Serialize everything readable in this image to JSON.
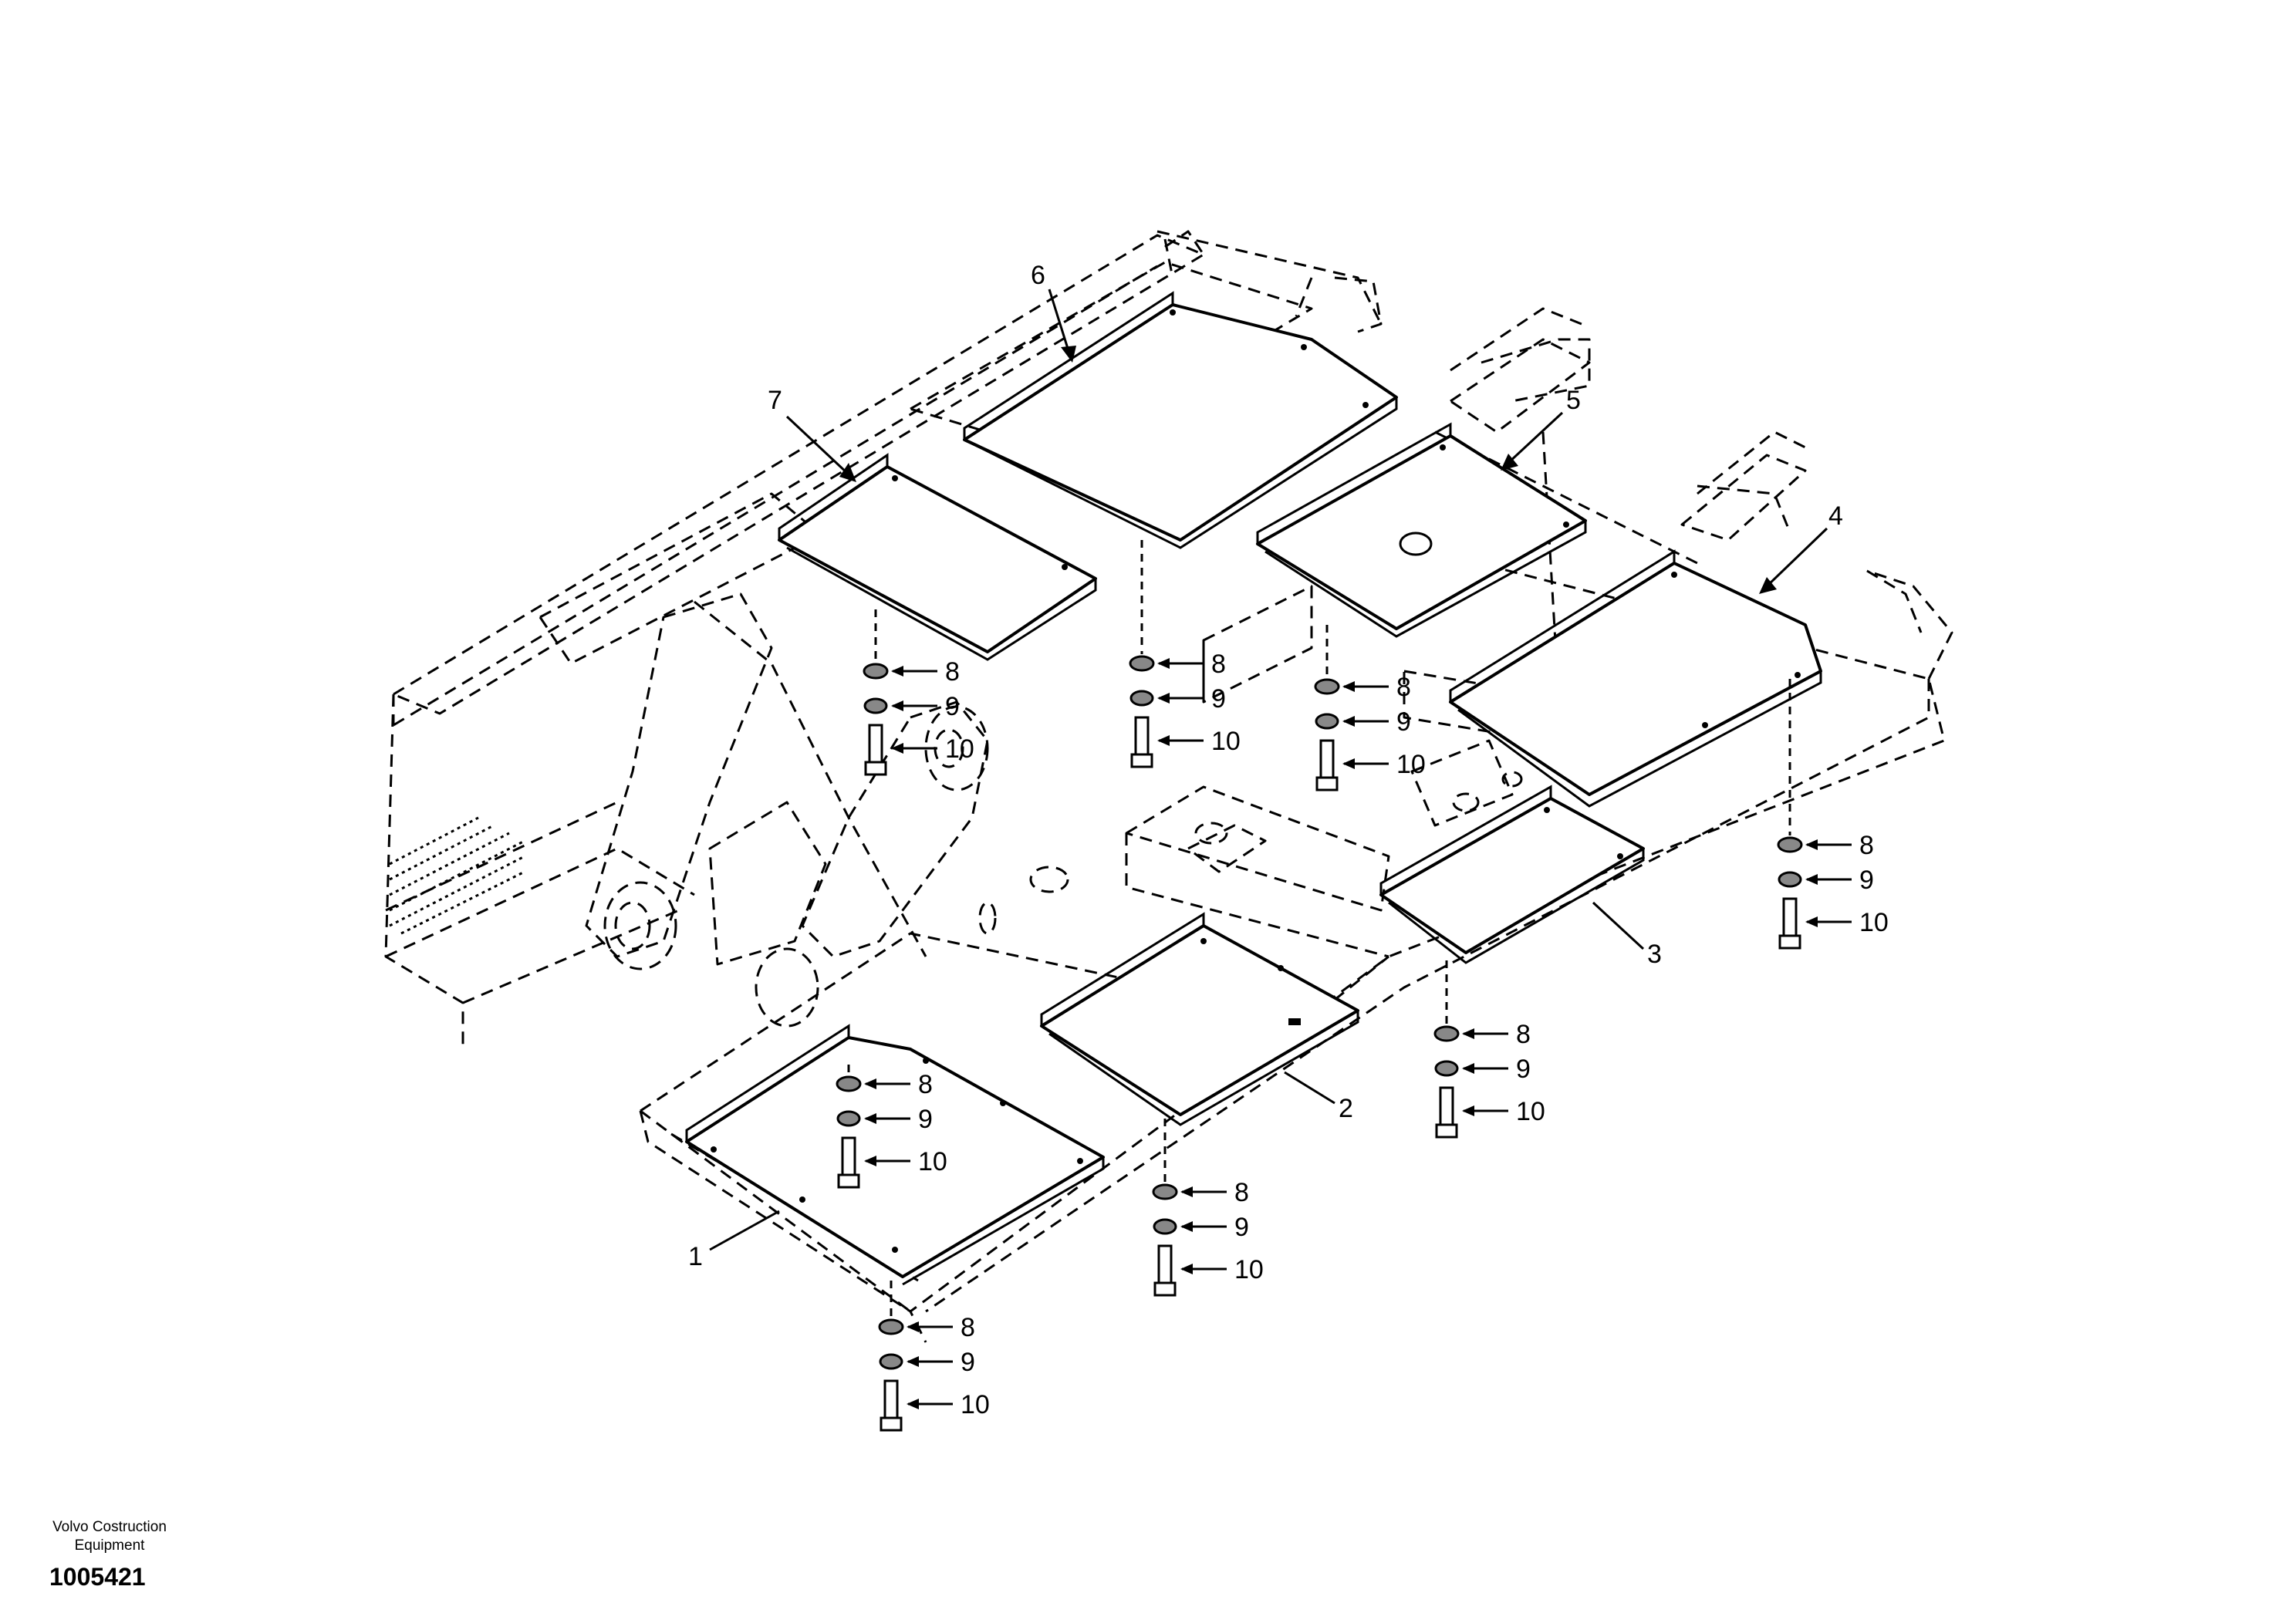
{
  "footer": {
    "brand_line1": "Volvo Costruction",
    "brand_line2": "Equipment",
    "figure_number": "1005421"
  },
  "callouts": {
    "plate_1": "1",
    "plate_2": "2",
    "plate_3": "3",
    "plate_4": "4",
    "plate_5": "5",
    "plate_6": "6",
    "plate_7": "7",
    "washer": "8",
    "spring_washer": "9",
    "bolt": "10"
  }
}
